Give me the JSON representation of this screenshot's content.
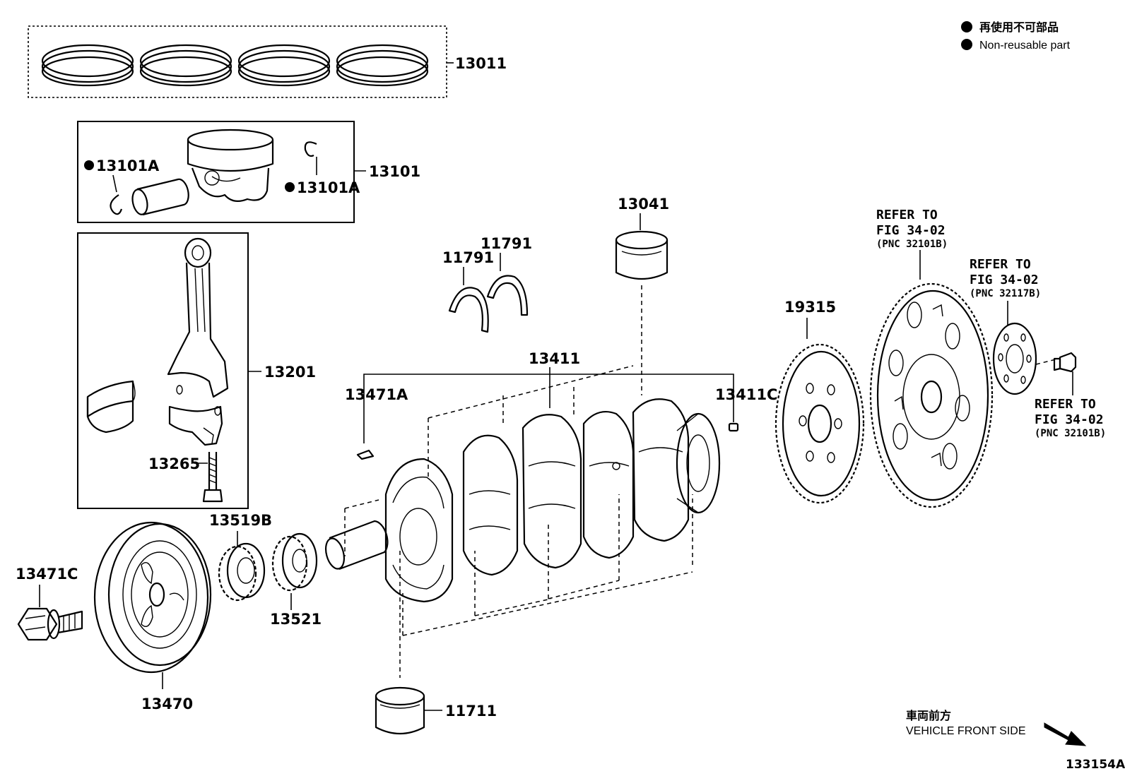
{
  "legend": {
    "jp": "再使用不可部品",
    "en": "Non-reusable part"
  },
  "labels": {
    "p13011": "13011",
    "p13101": "13101",
    "p13101a_left": "13101A",
    "p13101a_right": "13101A",
    "p13201": "13201",
    "p13265": "13265",
    "p13041": "13041",
    "p11791_a": "11791",
    "p11791_b": "11791",
    "p13411": "13411",
    "p13471a": "13471A",
    "p13411c": "13411C",
    "p19315": "19315",
    "p13519b": "13519B",
    "p13521": "13521",
    "p13471c": "13471C",
    "p13470": "13470",
    "p11711": "11711",
    "diagram_id": "133154A"
  },
  "refs": {
    "flywheel": {
      "line1": "REFER TO",
      "line2": "FIG 34-02",
      "line3": "(PNC 32101B)"
    },
    "plate": {
      "line1": "REFER TO",
      "line2": "FIG 34-02",
      "line3": "(PNC 32117B)"
    },
    "bolt": {
      "line1": "REFER TO",
      "line2": "FIG 34-02",
      "line3": "(PNC 32101B)"
    }
  },
  "direction": {
    "jp": "車両前方",
    "en": "VEHICLE FRONT SIDE"
  }
}
